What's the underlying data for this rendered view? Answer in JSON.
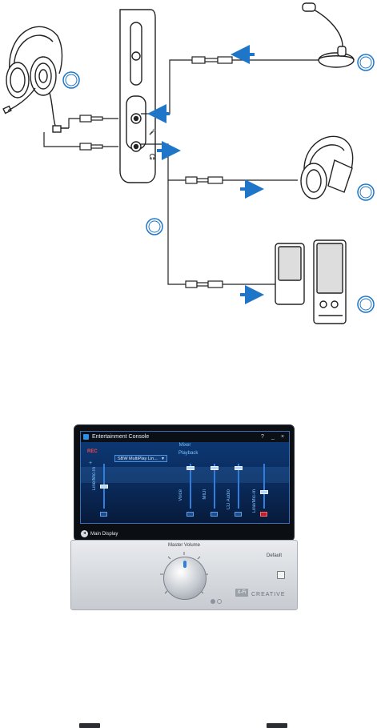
{
  "diagram": {
    "devices": [
      {
        "name": "headset",
        "icon": "headset-icon"
      },
      {
        "name": "device",
        "icon": "audio-device-icon"
      },
      {
        "name": "microphone",
        "icon": "microphone-icon"
      },
      {
        "name": "headphones",
        "icon": "headphones-icon"
      },
      {
        "name": "speakers",
        "icon": "speakers-icon"
      }
    ],
    "accent": "#1f76c9"
  },
  "console": {
    "window_title": "Entertainment Console",
    "controls": [
      "?",
      "_",
      "×"
    ],
    "mixer_title": "Mixer",
    "rec_label": "REC",
    "playback_label": "Playback",
    "source_select": "SBW MultiPlay Lin...",
    "channels": [
      {
        "label": "Line/Mic-In",
        "level": 0.5,
        "muted": false
      },
      {
        "label": "Voice",
        "level": 0.95,
        "muted": false
      },
      {
        "label": "MIDI",
        "level": 0.95,
        "muted": false
      },
      {
        "label": "CD Audio",
        "level": 0.95,
        "muted": false
      },
      {
        "label": "Line/Mic-In",
        "level": 0.35,
        "muted": true
      }
    ],
    "main_display": "Main Display",
    "master_volume_label": "Master Volume",
    "default_label": "Default",
    "brand": "CREATIVE",
    "badge": "X-Fi",
    "colors": {
      "screen": "#0a2a5a",
      "slider": "#2f7fe0",
      "rec": "#ff4545",
      "mute_active": "#c0202a"
    }
  }
}
